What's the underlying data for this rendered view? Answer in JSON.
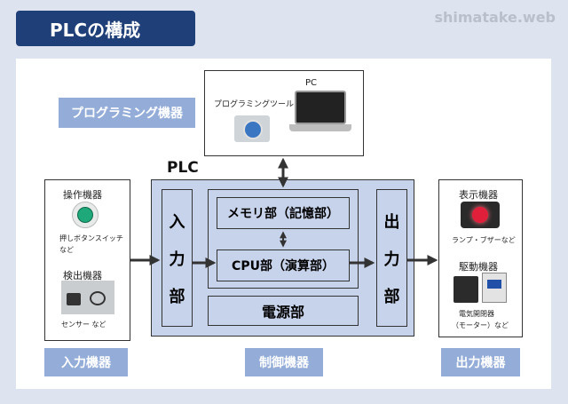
{
  "header": {
    "title": "PLCの構成",
    "site": "shimatake.web"
  },
  "programming": {
    "label": "プログラミング機器",
    "pc_label": "PC",
    "tool_label": "プログラミングツール"
  },
  "plc": {
    "title": "PLC",
    "input_chars": [
      "入",
      "力",
      "部"
    ],
    "output_chars": [
      "出",
      "力",
      "部"
    ],
    "memory": "メモリ部（記憶部）",
    "cpu": "CPU部（演算部）",
    "power": "電源部"
  },
  "input": {
    "op_title": "操作機器",
    "op_caption1": "押しボタンスイッチ",
    "op_caption2": "など",
    "det_title": "検出機器",
    "det_caption": "センサー など",
    "footer": "入力機器"
  },
  "control_footer": "制御機器",
  "output": {
    "disp_title": "表示機器",
    "disp_caption": "ランプ・ブザーなど",
    "drive_title": "駆動機器",
    "drive_caption1": "電気開閉器",
    "drive_caption2": "（モーター）など",
    "footer": "出力機器"
  },
  "colors": {
    "title_bg": "#1f3f78",
    "pill": "#93acd8",
    "box_fill": "#c7d3ea",
    "button_green": "#1fa87a",
    "lamp_red": "#e0203a"
  }
}
